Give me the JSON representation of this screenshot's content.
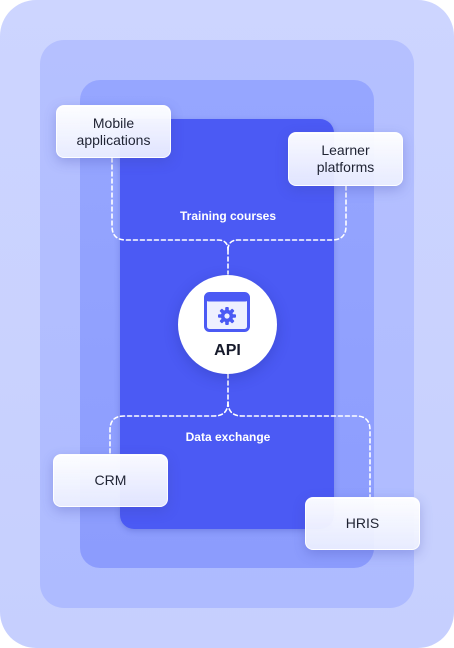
{
  "diagram": {
    "center": {
      "label": "API",
      "icon": "browser-gear-icon"
    },
    "top_caption": "Training courses",
    "bottom_caption": "Data exchange",
    "nodes": {
      "mobile": {
        "line1": "Mobile",
        "line2": "applications"
      },
      "learner": {
        "line1": "Learner",
        "line2": "platforms"
      },
      "crm": {
        "label": "CRM"
      },
      "hris": {
        "label": "HRIS"
      }
    },
    "colors": {
      "core_panel": "#4b5af4",
      "inner_panel": "#96a6ff",
      "middle_panel": "#b5c0ff",
      "outer_panel": "#cdd5ff",
      "connector": "#ffffff",
      "icon_accent": "#4b5af4"
    }
  }
}
